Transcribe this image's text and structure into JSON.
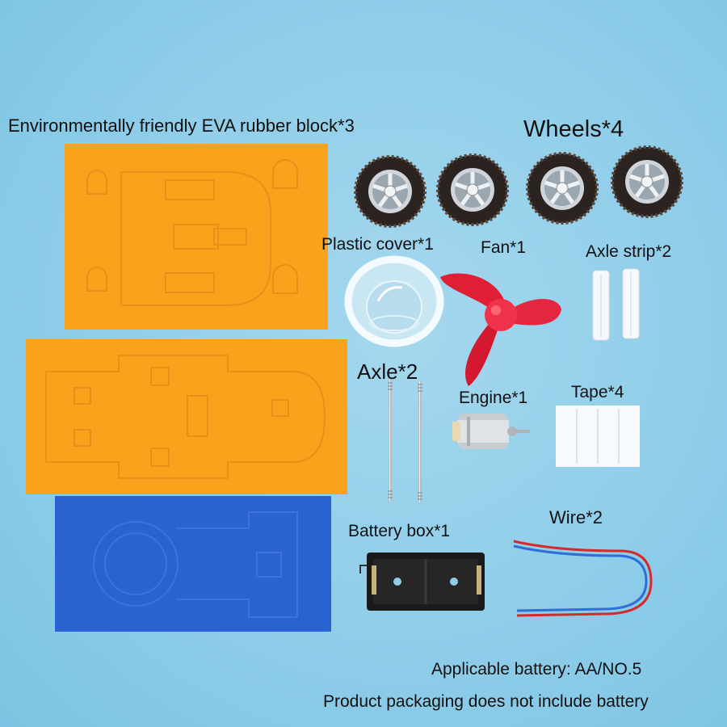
{
  "labels": {
    "eva": "Environmentally friendly EVA rubber block*3",
    "wheels": "Wheels*4",
    "plastic_cover": "Plastic cover*1",
    "fan": "Fan*1",
    "axle_strip": "Axle strip*2",
    "axle": "Axle*2",
    "engine": "Engine*1",
    "tape": "Tape*4",
    "battery_box": "Battery box*1",
    "wire": "Wire*2"
  },
  "footer": {
    "line1": "Applicable battery: AA/NO.5",
    "line2": "Product packaging does not include battery"
  },
  "colors": {
    "background": "#8fcde9",
    "eva_orange": "#f9a21c",
    "eva_blue": "#2a62d2",
    "fan_red": "#e01e36",
    "tire": "#2b2320",
    "battery_box": "#1a1a1a"
  }
}
